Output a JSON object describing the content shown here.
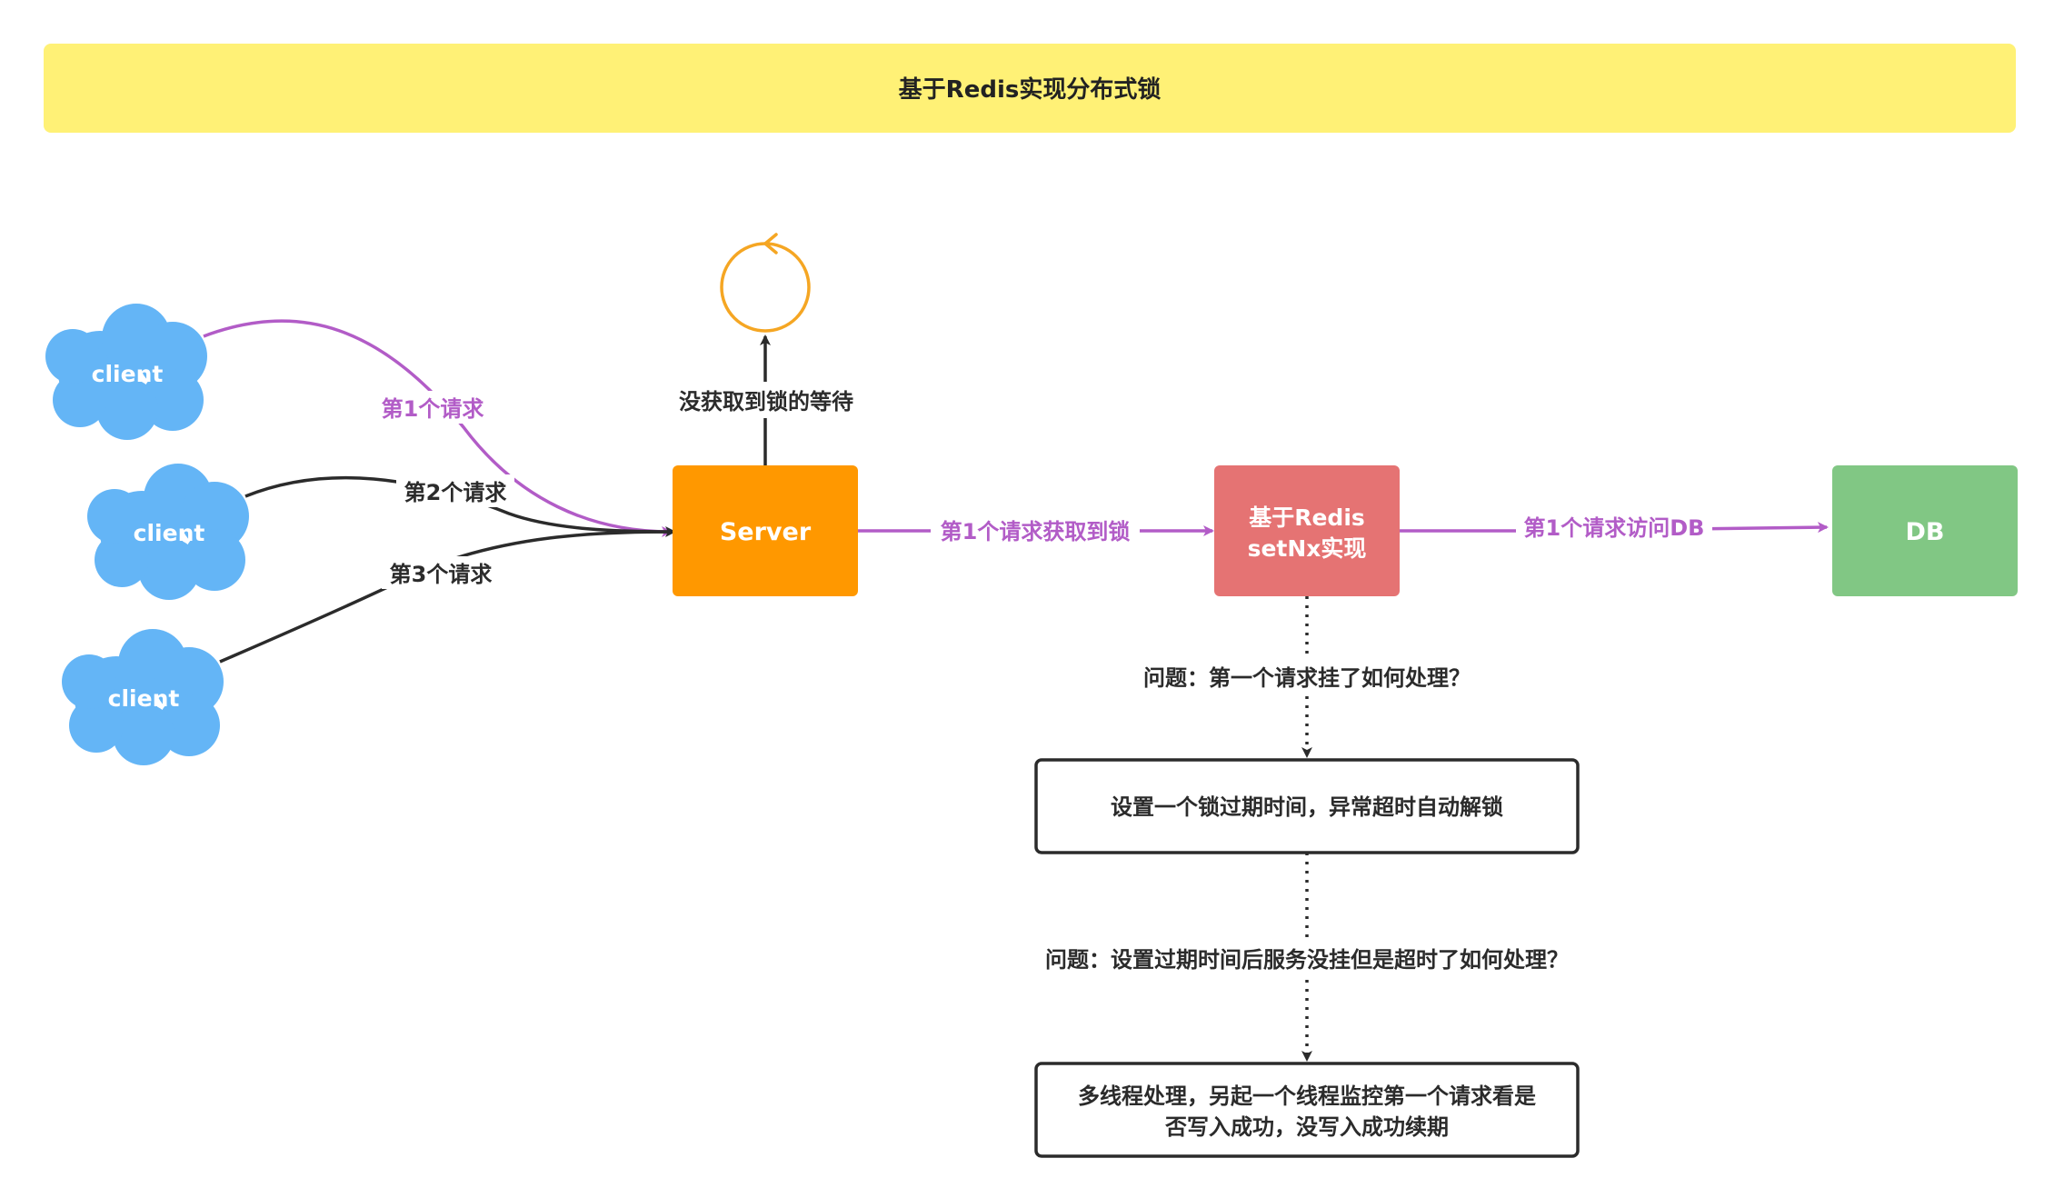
{
  "title": "基于Redis实现分布式锁",
  "nodes": {
    "client_1": "client",
    "client_2": "client",
    "client_3": "client",
    "server": "Server",
    "redis_line1": "基于Redis",
    "redis_line2": "setNx实现",
    "db": "DB",
    "box_timeout": "设置一个锁过期时间，异常超时自动解锁",
    "box_multithread_line1": "多线程处理，另起一个线程监控第一个请求看是",
    "box_multithread_line2": "否写入成功，没写入成功续期"
  },
  "edges": {
    "req1": "第1个请求",
    "req2": "第2个请求",
    "req3": "第3个请求",
    "wait": "没获取到锁的等待",
    "get_lock": "第1个请求获取到锁",
    "access_db": "第1个请求访问DB",
    "q1": "问题：第一个请求挂了如何处理？",
    "q2": "问题：设置过期时间后服务没挂但是超时了如何处理？"
  },
  "colors": {
    "title_bg": "#fff176",
    "cloud": "#64b5f6",
    "server": "#ff9800",
    "redis": "#e57373",
    "db": "#81c784",
    "purple": "#b25cc7",
    "dark": "#2b2b2b",
    "loop": "#f5a623"
  }
}
